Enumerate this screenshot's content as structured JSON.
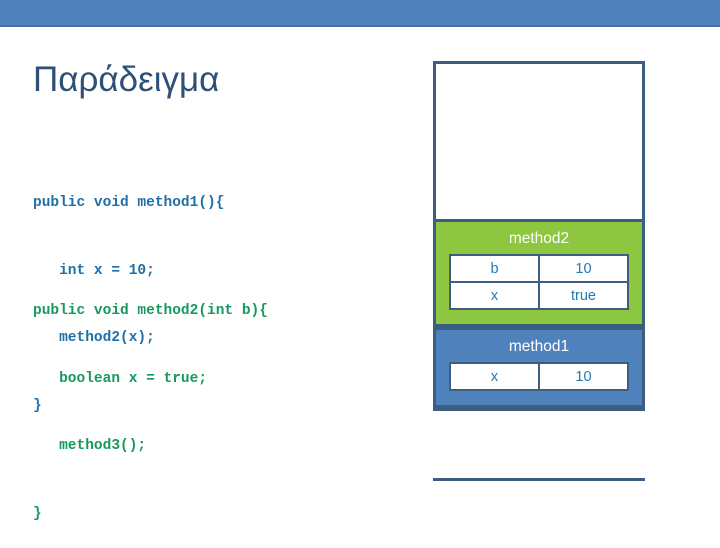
{
  "slide": {
    "title": "Παράδειγμα",
    "accent_color": "#4f81bd",
    "title_color": "#2e5076",
    "border_color": "#3b5e81"
  },
  "code_blocks": [
    {
      "name": "method1-source",
      "color": "#1f6fa8",
      "lines": [
        "public void method1(){",
        "   int x = 10;",
        "   method2(x);",
        "}"
      ]
    },
    {
      "name": "method2-source",
      "color": "#17995e",
      "lines": [
        "public void method2(int b){",
        "   boolean x = true;",
        "   method3();",
        "}"
      ]
    }
  ],
  "stack": {
    "empty_top_label": "",
    "empty_bottom_label": "",
    "frames": [
      {
        "title": "method2",
        "color": "#8dc63f",
        "rows": [
          {
            "name": "b",
            "value": "10"
          },
          {
            "name": "x",
            "value": "true"
          }
        ]
      },
      {
        "title": "method1",
        "color": "#4f81bd",
        "rows": [
          {
            "name": "x",
            "value": "10"
          }
        ]
      }
    ]
  }
}
